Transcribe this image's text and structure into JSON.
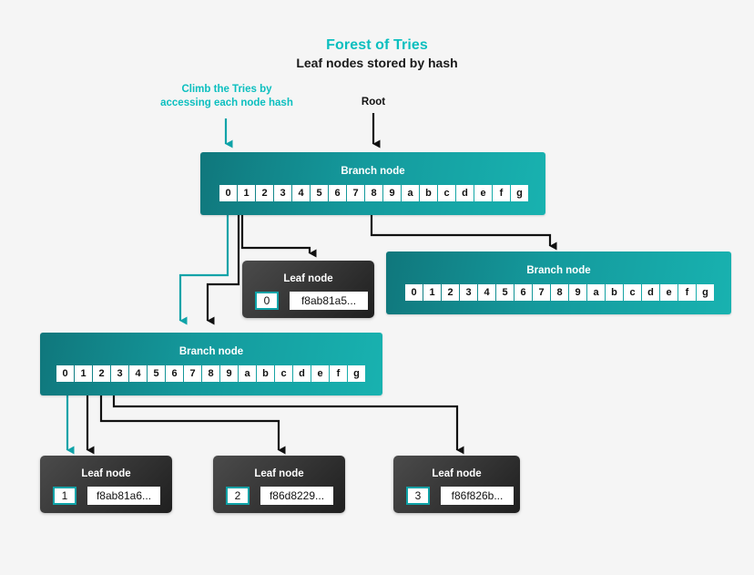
{
  "header": {
    "title": "Forest of Tries",
    "subtitle": "Leaf nodes stored by hash",
    "title_color": "#0bbfbf"
  },
  "annotations": {
    "climb": "Climb the Tries by\naccessing each node hash",
    "climb_line1": "Climb the Tries by",
    "climb_line2": "accessing each node hash",
    "climb_color": "#0bbfbf",
    "root": "Root",
    "root_color": "#111111"
  },
  "colors": {
    "background": "#f5f5f5",
    "teal_accent": "#0fa3a8",
    "branch_fill": "#14999c",
    "leaf_fill": "#2b2b2b",
    "arrow_black": "#111111"
  },
  "nodes": {
    "root_branch": {
      "label": "Branch node",
      "cells": [
        "0",
        "1",
        "2",
        "3",
        "4",
        "5",
        "6",
        "7",
        "8",
        "9",
        "a",
        "b",
        "c",
        "d",
        "e",
        "f",
        "g"
      ],
      "active_cells": [
        "0",
        "1",
        "8"
      ]
    },
    "right_branch": {
      "label": "Branch node",
      "cells": [
        "0",
        "1",
        "2",
        "3",
        "4",
        "5",
        "6",
        "7",
        "8",
        "9",
        "a",
        "b",
        "c",
        "d",
        "e",
        "f",
        "g"
      ],
      "active_cells": []
    },
    "lower_branch": {
      "label": "Branch node",
      "cells": [
        "0",
        "1",
        "2",
        "3",
        "4",
        "5",
        "6",
        "7",
        "8",
        "9",
        "a",
        "b",
        "c",
        "d",
        "e",
        "f",
        "g"
      ],
      "active_cells": [
        "0",
        "1",
        "2",
        "3"
      ]
    },
    "leaf_top": {
      "label": "Leaf node",
      "key": "0",
      "value": "f8ab81a5..."
    },
    "leaf_1": {
      "label": "Leaf node",
      "key": "1",
      "value": "f8ab81a6..."
    },
    "leaf_2": {
      "label": "Leaf node",
      "key": "2",
      "value": "f86d8229..."
    },
    "leaf_3": {
      "label": "Leaf node",
      "key": "3",
      "value": "f86f826b..."
    }
  }
}
